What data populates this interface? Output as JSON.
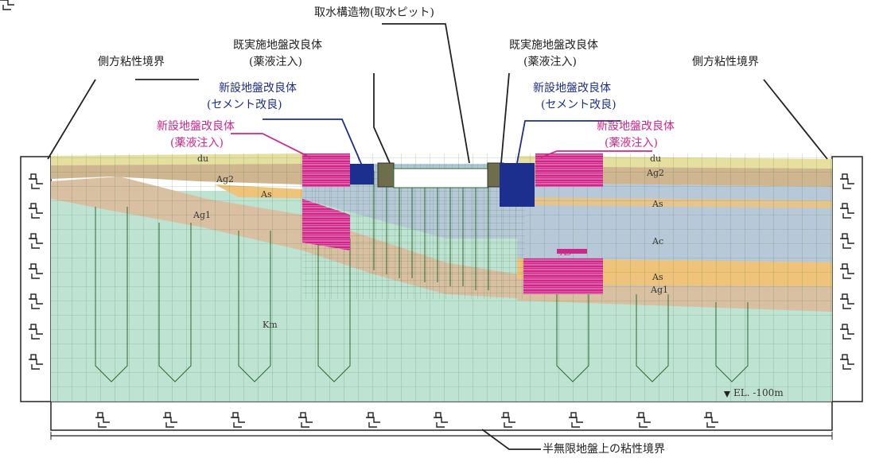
{
  "labels": {
    "intake_structure": "取水構造物(取水ピット)",
    "existing_improvement_left_1": "既実施地盤改良体",
    "existing_improvement_left_2": "(薬液注入)",
    "existing_improvement_right_1": "既実施地盤改良体",
    "existing_improvement_right_2": "(薬液注入)",
    "lateral_boundary_left": "側方粘性境界",
    "lateral_boundary_right": "側方粘性境界",
    "new_cement_left_1": "新設地盤改良体",
    "new_cement_left_2": "(セメント改良)",
    "new_cement_right_1": "新設地盤改良体",
    "new_cement_right_2": "(セメント改良)",
    "new_chemical_left_1": "新設地盤改良体",
    "new_chemical_left_2": "(薬液注入)",
    "new_chemical_right_1": "新設地盤改良体",
    "new_chemical_right_2": "(薬液注入)",
    "bottom_boundary": "半無限地盤上の粘性境界",
    "elevation": "EL. -100m"
  },
  "soil_layers": {
    "du_left": "du",
    "ag2_left": "Ag2",
    "as_left": "As",
    "ag1_left": "Ag1",
    "km": "Km",
    "du_right": "du",
    "ag2_right": "Ag2",
    "as_right_top": "As",
    "ac_right": "Ac",
    "as_center": "As",
    "as_right_bottom": "As",
    "ag1_right": "Ag1"
  },
  "colors": {
    "km": "#bfe3d3",
    "ag": "#d9c0a3",
    "ac": "#b7c9d9",
    "as": "#f0c37a",
    "du": "#e6e0a0",
    "cement": "#1c2f8f",
    "chemical": "#d0268a"
  }
}
